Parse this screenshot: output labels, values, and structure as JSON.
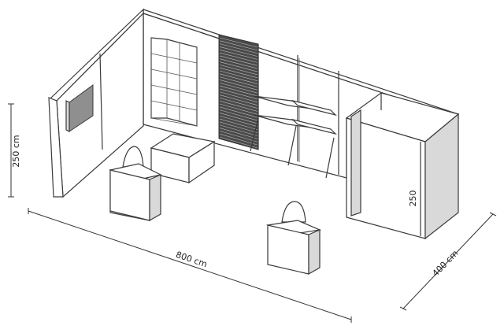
{
  "dimensions": {
    "height_label": "250 cm",
    "width_label": "800 cm",
    "depth_label": "400 cm",
    "cabin_height_label": "250"
  }
}
